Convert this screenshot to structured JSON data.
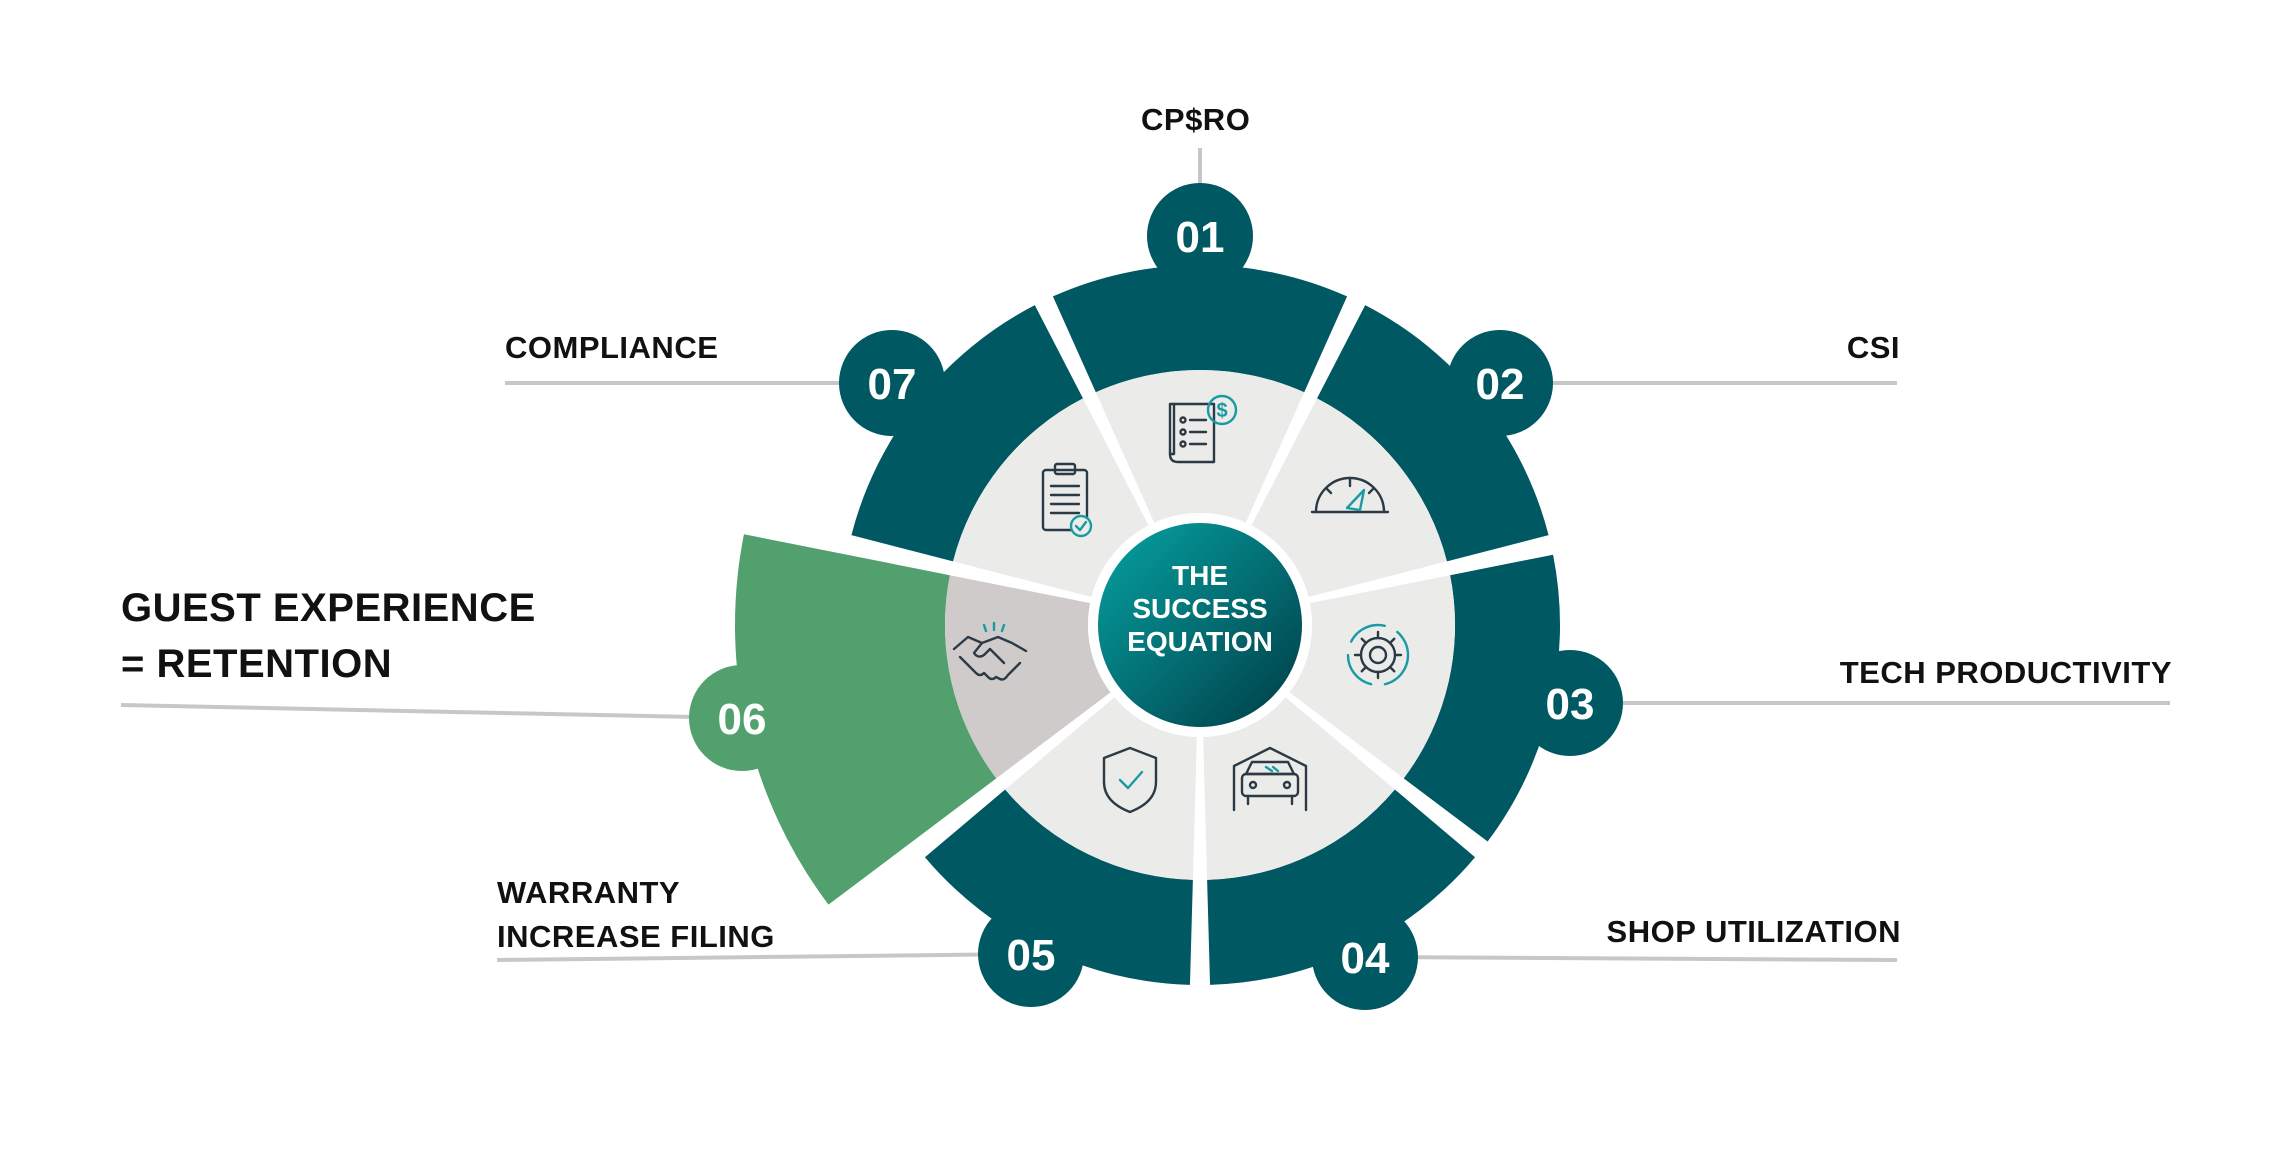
{
  "center": {
    "lines": [
      "THE",
      "SUCCESS",
      "EQUATION"
    ]
  },
  "colors": {
    "segment": "#005862",
    "highlight": "#53a06f",
    "inner_ring": "#ebebea",
    "inner_highlight": "#cfcbca",
    "connector": "#c7c7c7",
    "label_text": "#111111",
    "center_gradient_start": "#05a3a3",
    "center_gradient_end": "#003c45"
  },
  "segments": [
    {
      "number": "01",
      "label_lines": [
        "CP$RO"
      ],
      "icon": "invoice-dollar-icon",
      "highlighted": false
    },
    {
      "number": "02",
      "label_lines": [
        "CSI"
      ],
      "icon": "speedometer-icon",
      "highlighted": false
    },
    {
      "number": "03",
      "label_lines": [
        "TECH PRODUCTIVITY"
      ],
      "icon": "gear-cycle-icon",
      "highlighted": false
    },
    {
      "number": "04",
      "label_lines": [
        "SHOP UTILIZATION"
      ],
      "icon": "car-garage-icon",
      "highlighted": false
    },
    {
      "number": "05",
      "label_lines": [
        "WARRANTY",
        "INCREASE FILING"
      ],
      "icon": "shield-check-icon",
      "highlighted": false
    },
    {
      "number": "06",
      "label_lines": [
        "GUEST EXPERIENCE",
        "= RETENTION"
      ],
      "icon": "handshake-icon",
      "highlighted": true
    },
    {
      "number": "07",
      "label_lines": [
        "COMPLIANCE"
      ],
      "icon": "clipboard-check-icon",
      "highlighted": false
    }
  ]
}
